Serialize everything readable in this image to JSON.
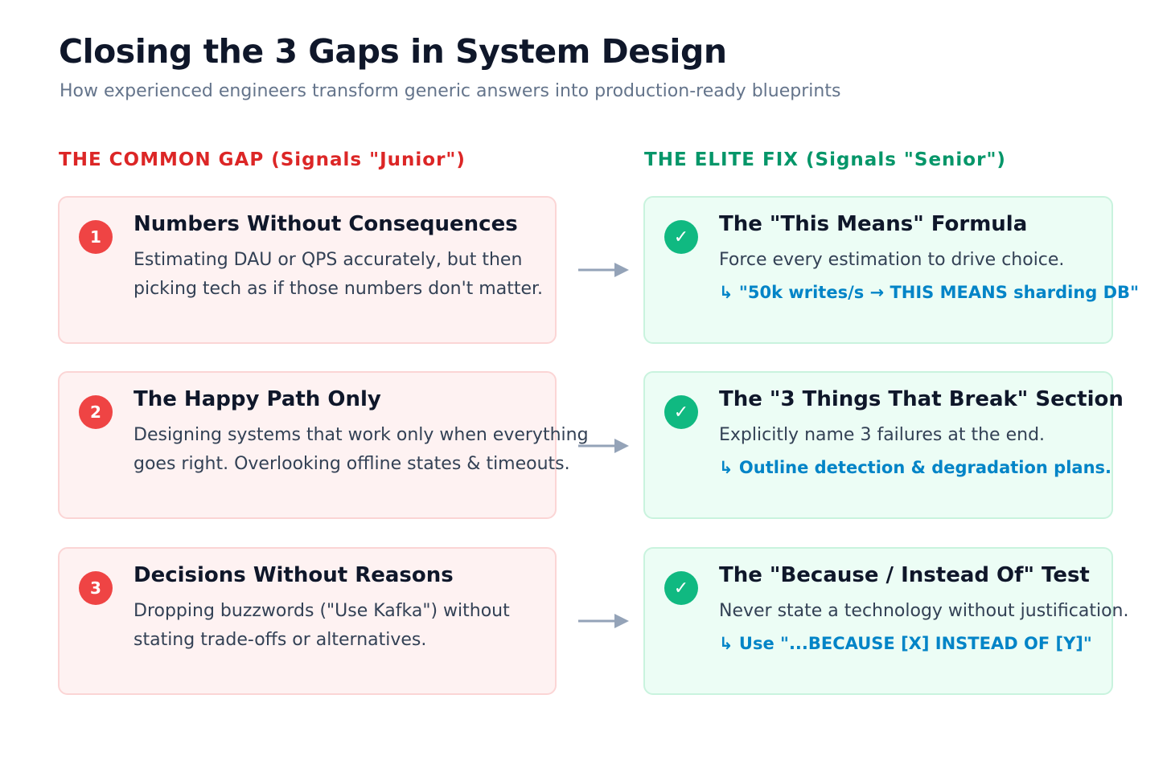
{
  "header": {
    "title": "Closing the 3 Gaps in System Design",
    "subtitle": "How experienced engineers transform generic answers into production-ready blueprints"
  },
  "columns": {
    "gap_heading": "THE COMMON GAP (Signals \"Junior\")",
    "fix_heading": "THE ELITE FIX (Signals \"Senior\")"
  },
  "gaps": [
    {
      "number": "1",
      "title": "Numbers Without Consequences",
      "lines": [
        "Estimating DAU or QPS accurately, but then",
        "picking tech as if those numbers don't matter."
      ]
    },
    {
      "number": "2",
      "title": "The Happy Path Only",
      "lines": [
        "Designing systems that work only when everything",
        "goes right. Overlooking offline states & timeouts."
      ]
    },
    {
      "number": "3",
      "title": "Decisions Without Reasons",
      "lines": [
        "Dropping buzzwords (\"Use Kafka\") without",
        "stating trade-offs or alternatives."
      ]
    }
  ],
  "fixes": [
    {
      "check": "✓",
      "title": "The \"This Means\" Formula",
      "body": "Force every estimation to drive choice.",
      "note": "↳ \"50k writes/s → THIS MEANS sharding DB\""
    },
    {
      "check": "✓",
      "title": "The \"3 Things That Break\" Section",
      "body": "Explicitly name 3 failures at the end.",
      "note": "↳ Outline detection & degradation plans."
    },
    {
      "check": "✓",
      "title": "The \"Because / Instead Of\" Test",
      "body": "Never state a technology without justification.",
      "note": "↳ Use \"...BECAUSE [X] INSTEAD OF [Y]\""
    }
  ],
  "colors": {
    "gap_accent": "#dc2626",
    "fix_accent": "#059669",
    "note_blue": "#0284c7",
    "arrow_gray": "#94a3b8"
  },
  "icons": {
    "arrow": "right-arrow-icon",
    "check": "checkmark-icon"
  }
}
